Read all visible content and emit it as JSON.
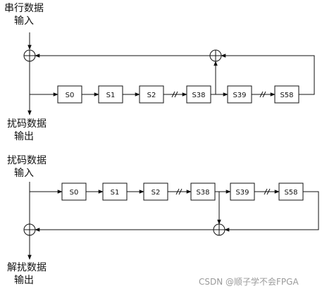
{
  "scrambler": {
    "input_label": [
      "串行数据",
      "输入"
    ],
    "output_label": [
      "扰码数据",
      "输出"
    ],
    "registers": [
      "S0",
      "S1",
      "S2",
      "S38",
      "S39",
      "S58"
    ]
  },
  "descrambler": {
    "input_label": [
      "扰码数据",
      "输入"
    ],
    "output_label": [
      "解扰数据",
      "输出"
    ],
    "registers": [
      "S0",
      "S1",
      "S2",
      "S38",
      "S39",
      "S58"
    ]
  },
  "watermark": "CSDN @顺子学不会FPGA"
}
